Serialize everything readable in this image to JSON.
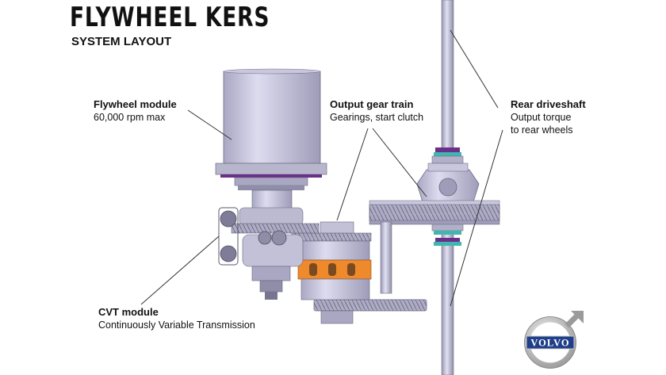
{
  "title": "FLYWHEEL KERS",
  "subtitle": "SYSTEM LAYOUT",
  "callouts": {
    "flywheel": {
      "title": "Flywheel module",
      "desc": "60,000 rpm max"
    },
    "output_gear": {
      "title": "Output gear train",
      "desc": "Gearings, start clutch"
    },
    "driveshaft": {
      "title": "Rear driveshaft",
      "desc": "Output torque\nto rear wheels"
    },
    "cvt": {
      "title": "CVT module",
      "desc": "Continuously Variable Transmission"
    }
  },
  "logo": {
    "text": "VOLVO",
    "name": "volvo-logo"
  },
  "colors": {
    "metal": "#c4c2da",
    "metal_dark": "#8f8da8",
    "orange": "#ee8a2c",
    "purple": "#6a2f8a",
    "teal": "#3fb7ae",
    "logo_blue": "#1f3f8a"
  }
}
